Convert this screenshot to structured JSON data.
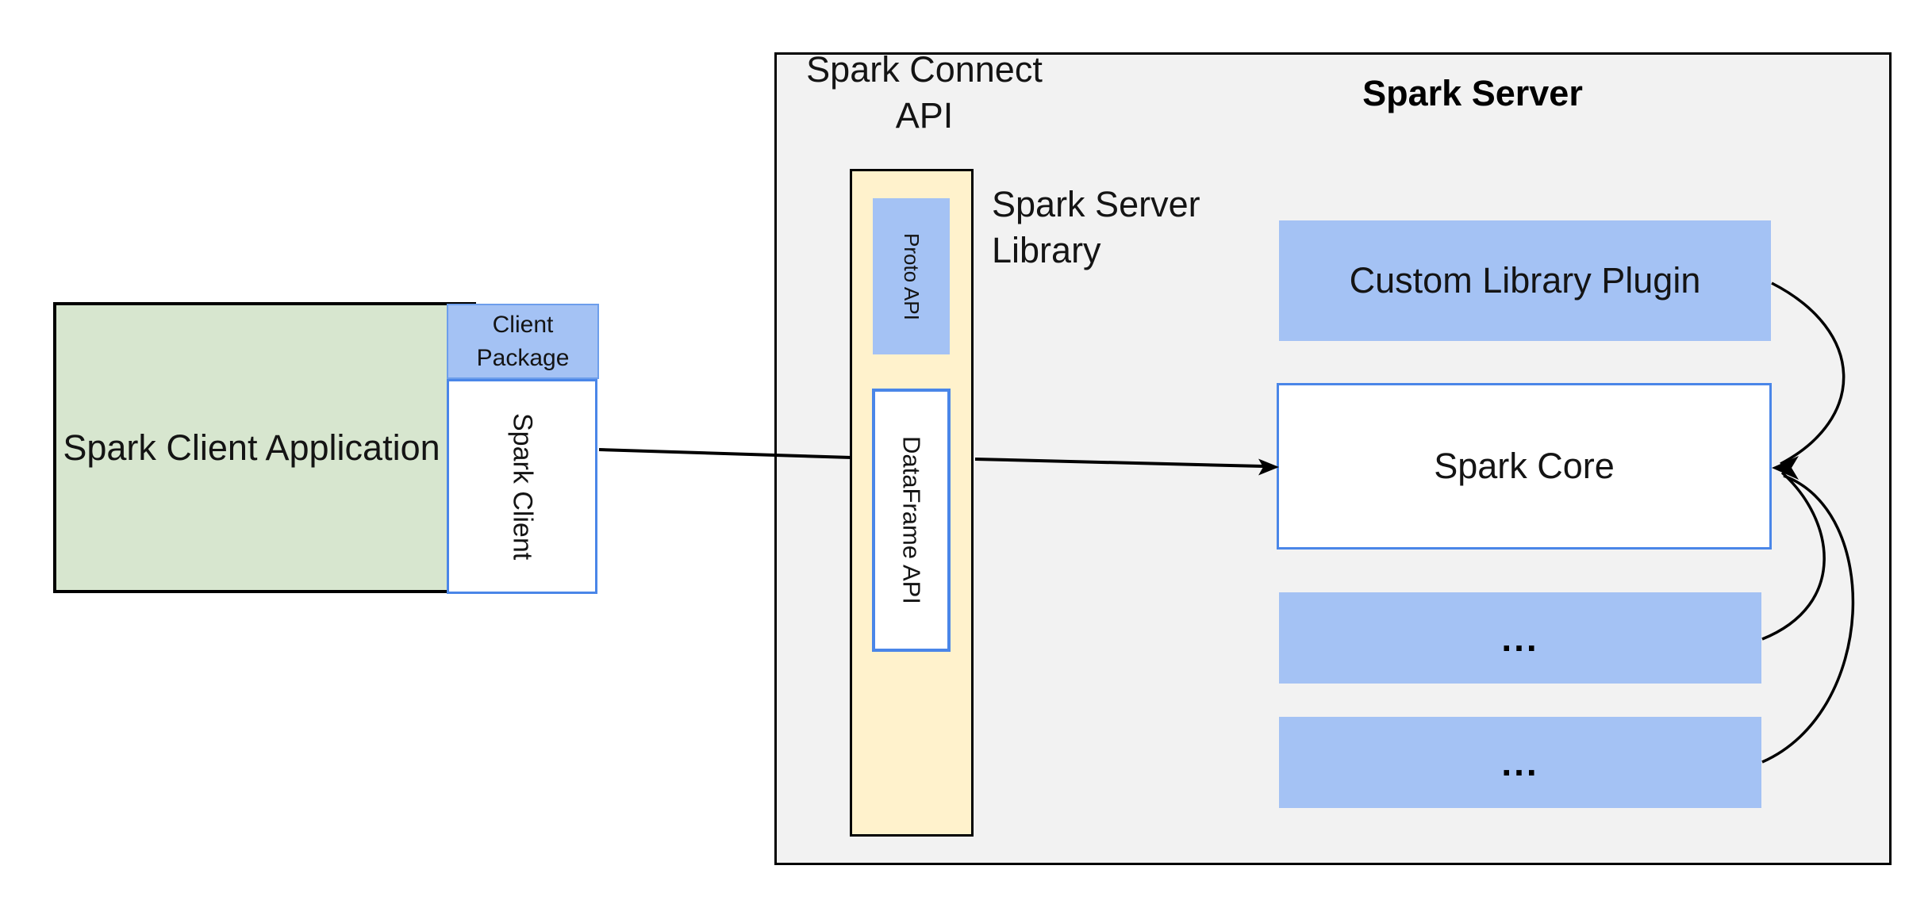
{
  "client": {
    "application_label": "Spark Client Application",
    "package_label": "Client Package",
    "spark_client_label": "Spark Client"
  },
  "connect_api": {
    "label": "Spark Connect API",
    "proto_api_label": "Proto API",
    "dataframe_api_label": "DataFrame API"
  },
  "server": {
    "title": "Spark Server",
    "library_label": "Spark Server Library",
    "plugin_label": "Custom Library Plugin",
    "core_label": "Spark Core",
    "module_placeholder_1": "...",
    "module_placeholder_2": "..."
  },
  "colors": {
    "client_app_fill": "#d7e6cf",
    "accent_blue_fill": "#a4c2f4",
    "accent_blue_border": "#4a86e8",
    "connect_api_pillar_fill": "#fff2cc",
    "server_fill": "#f2f2f2",
    "connector_line": "#000000"
  }
}
